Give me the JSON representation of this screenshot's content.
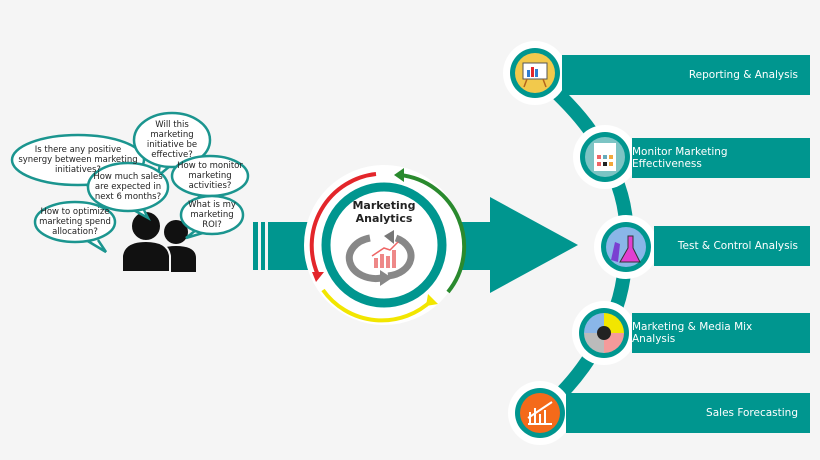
{
  "questions": [
    {
      "text": "Is there any positive synergy between marketing initiatives?"
    },
    {
      "text": "Will this marketing initiative be effective?"
    },
    {
      "text": "How much sales are expected in next 6 months?"
    },
    {
      "text": "How to monitor marketing activities?"
    },
    {
      "text": "How to optimize marketing spend allocation?"
    },
    {
      "text": "What is my marketing ROI?"
    }
  ],
  "center": {
    "title": "Marketing Analytics"
  },
  "outputs": [
    {
      "label": "Reporting & Analysis",
      "icon": "presentation-board-icon"
    },
    {
      "label": "Monitor Marketing Effectiveness",
      "icon": "dashboard-report-icon"
    },
    {
      "label": "Test & Control Analysis",
      "icon": "lab-flask-icon"
    },
    {
      "label": "Marketing & Media Mix Analysis",
      "icon": "media-mix-pie-icon"
    },
    {
      "label": "Sales Forecasting",
      "icon": "forecast-chart-icon"
    }
  ],
  "colors": {
    "teal": "#00968f",
    "red": "#e3262b",
    "green": "#2a8a2e",
    "yellow": "#f2e600",
    "background": "#f5f5f5"
  }
}
